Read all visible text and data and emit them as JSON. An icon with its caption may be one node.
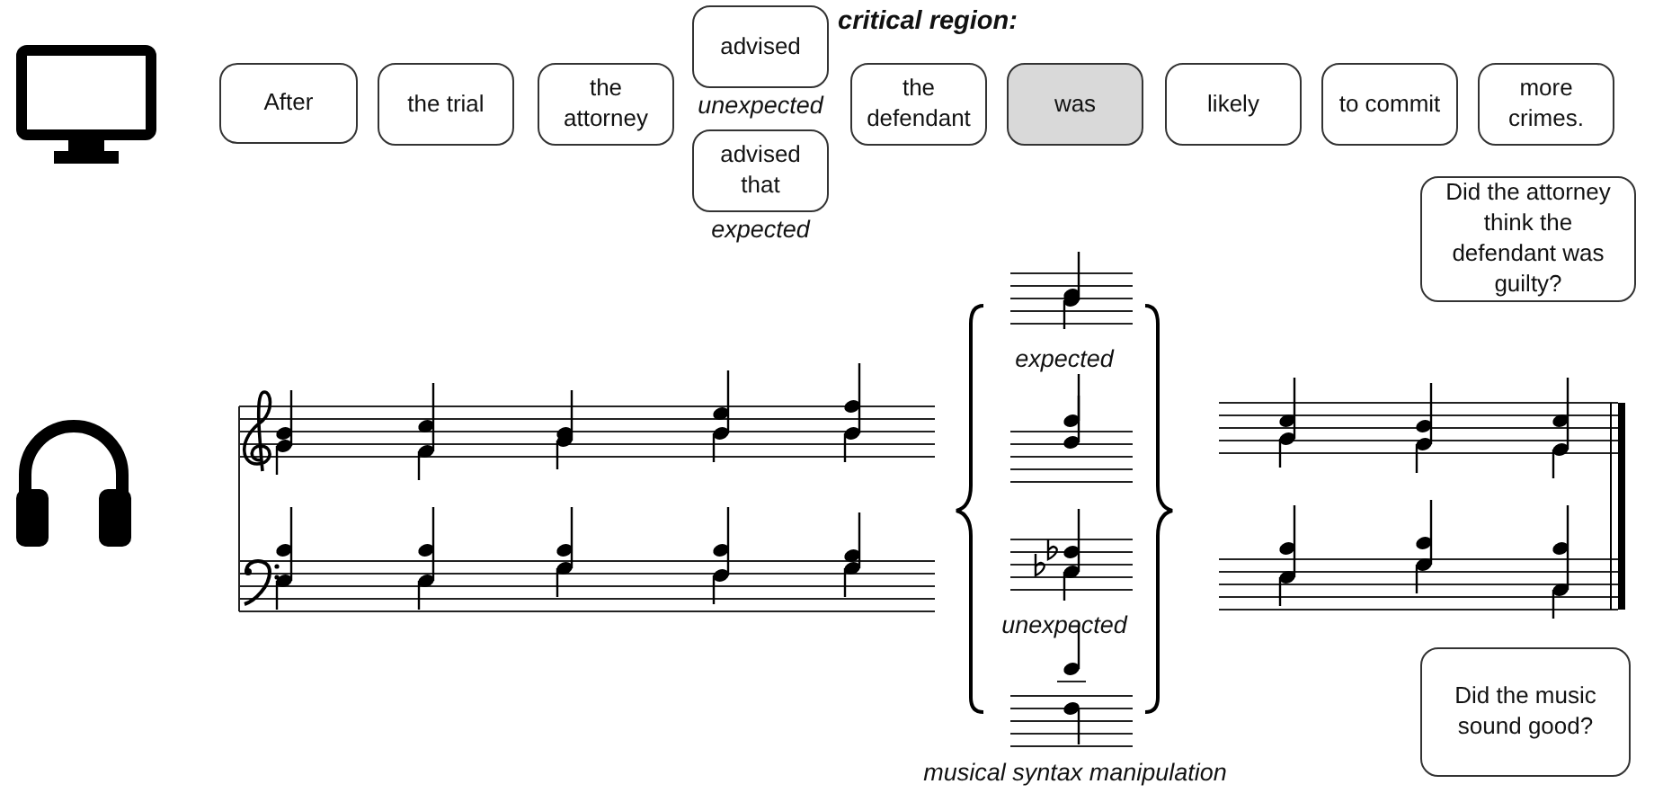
{
  "diagram": {
    "nodes": [
      {
        "text": [
          "After"
        ]
      },
      {
        "text": [
          "the trial"
        ]
      },
      {
        "text": [
          "the attorney"
        ]
      },
      {
        "text": [
          "advised"
        ],
        "beside": [
          "unexpected"
        ]
      },
      {
        "text": [
          "advised that"
        ],
        "beside": [
          "expected"
        ]
      },
      {
        "text": [
          "the defendant"
        ]
      },
      {
        "text": [
          "was"
        ]
      },
      {
        "text": [
          "likely"
        ]
      },
      {
        "text": [
          "to commit"
        ]
      },
      {
        "text": [
          "more crimes."
        ]
      },
      {
        "text": [
          "Did the attorney think the defendant was guilty?"
        ]
      },
      {
        "text": [
          "Did the music sound good?"
        ]
      }
    ],
    "labels": [
      "critical region:",
      "expected",
      "unexpected",
      "musical syntax manipulation"
    ]
  }
}
